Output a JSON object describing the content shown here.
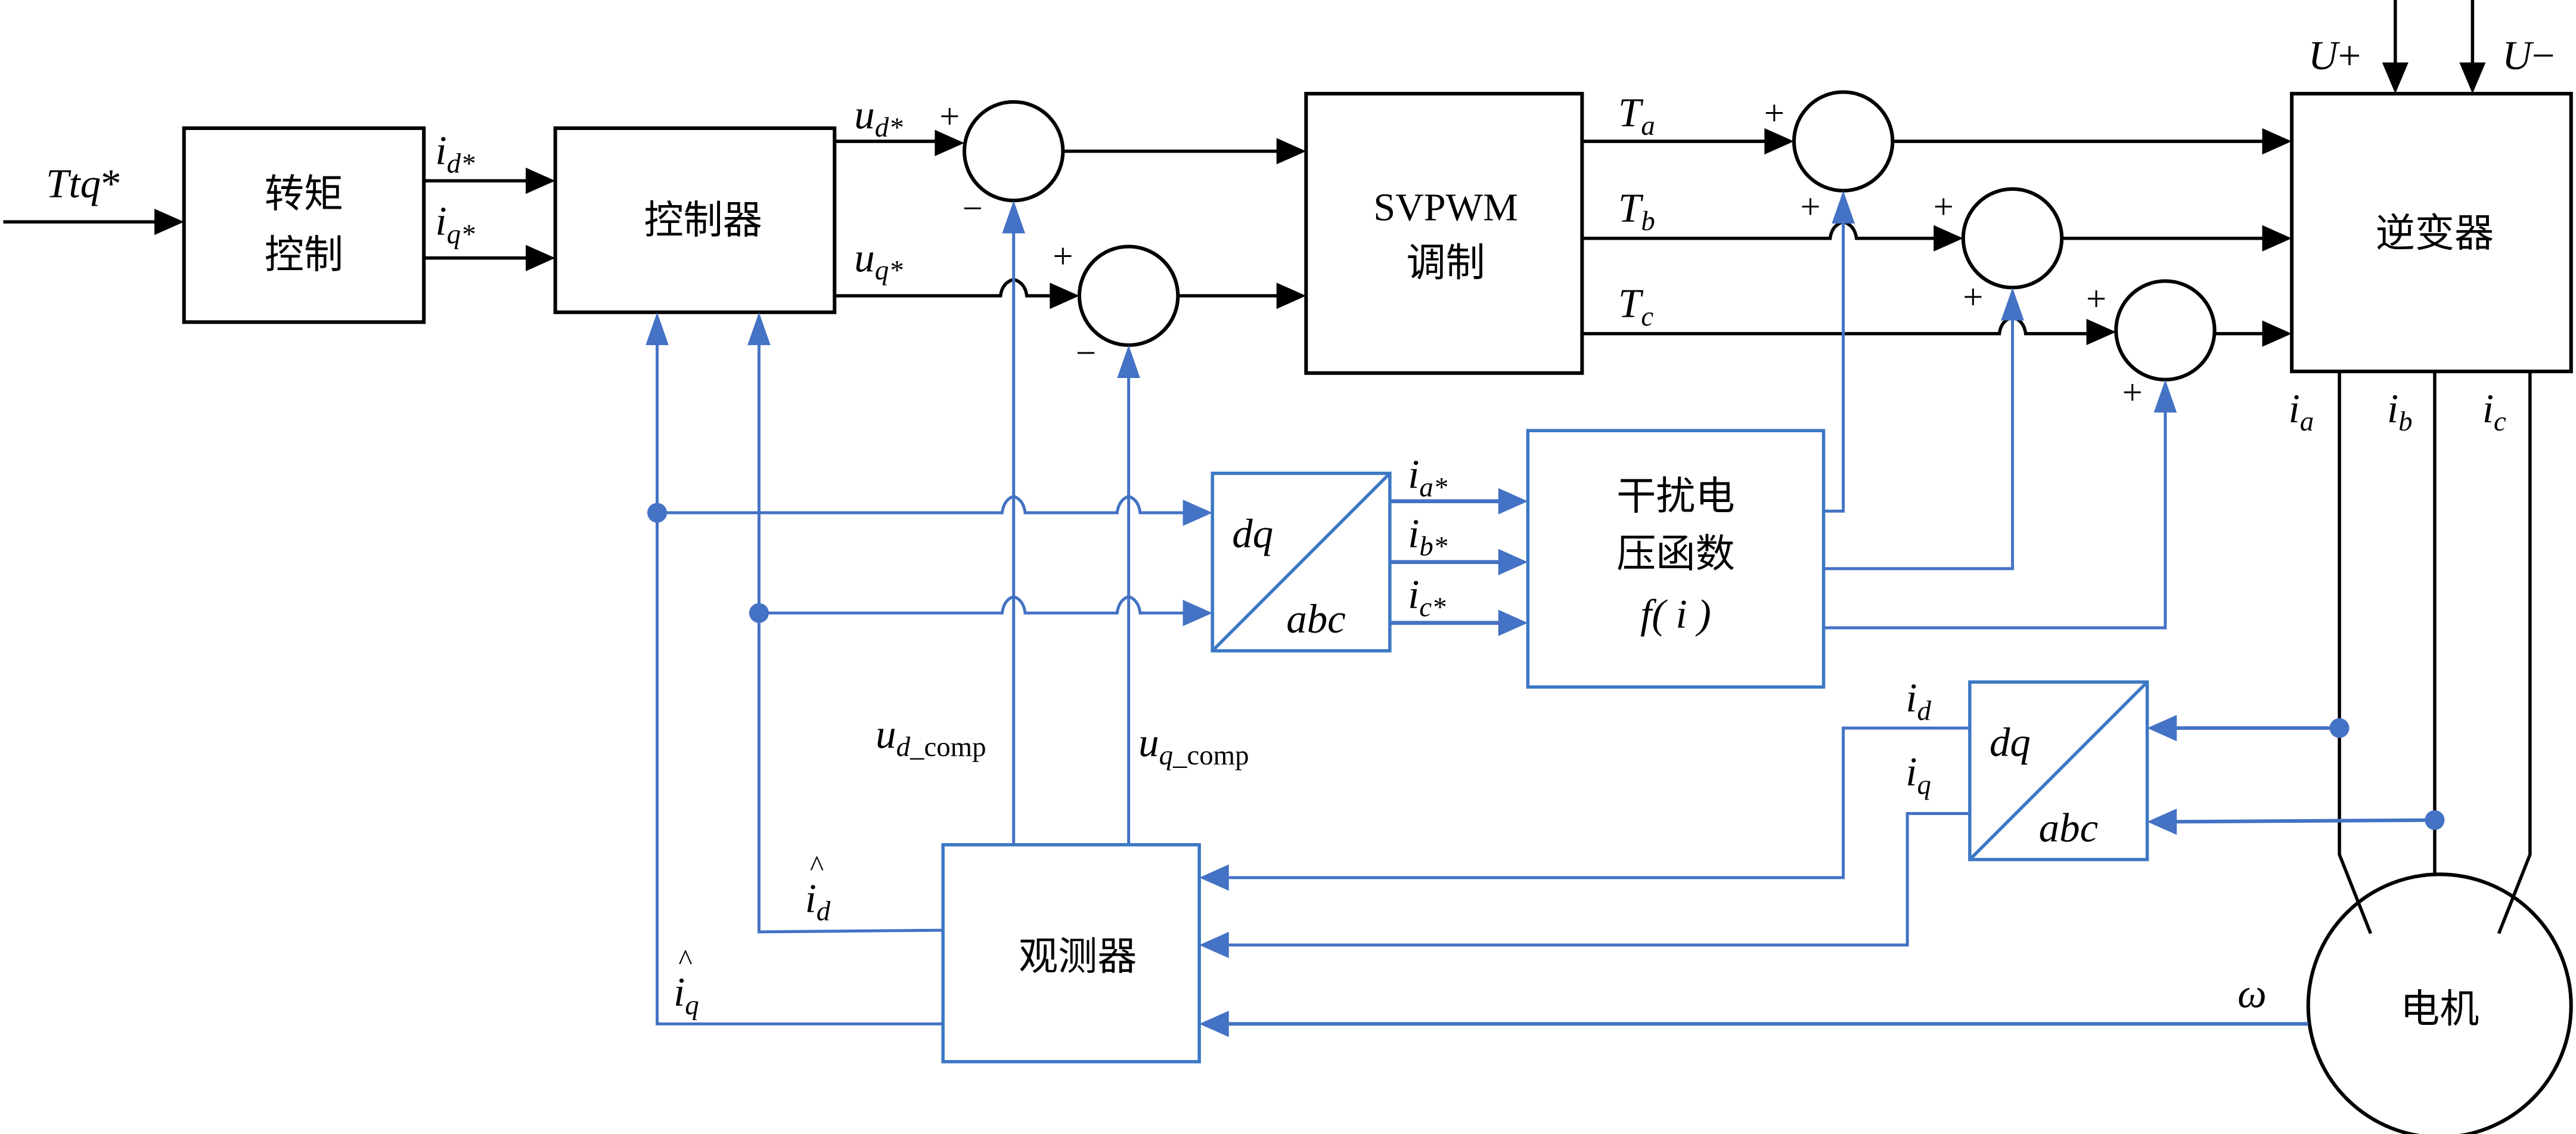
{
  "diagram": {
    "type": "control-block-diagram",
    "colors": {
      "main_path": "#000000",
      "feedback_path": "#4472c4"
    },
    "input": {
      "name": "Ttq",
      "mark": "*"
    },
    "blocks": {
      "torque_control": {
        "line1": "转矩",
        "line2": "控制"
      },
      "controller": {
        "label": "控制器"
      },
      "svpwm": {
        "line1": "SVPWM",
        "line2": "调制"
      },
      "inverter": {
        "label": "逆变器"
      },
      "dq_abc_1": {
        "top": "dq",
        "bottom": "abc"
      },
      "disturbance": {
        "line1": "干扰电",
        "line2": "压函数",
        "func": "f",
        "arg": "( i )"
      },
      "dq_abc_2": {
        "top": "dq",
        "bottom": "abc"
      },
      "observer": {
        "label": "观测器"
      },
      "motor": {
        "label": "电机"
      }
    },
    "signals": {
      "id_ref": {
        "base": "i",
        "sub": "d*"
      },
      "iq_ref": {
        "base": "i",
        "sub": "q*"
      },
      "ud_ref": {
        "base": "u",
        "sub": "d*"
      },
      "uq_ref": {
        "base": "u",
        "sub": "q*"
      },
      "ta": {
        "base": "T",
        "sub": "a"
      },
      "tb": {
        "base": "T",
        "sub": "b"
      },
      "tc": {
        "base": "T",
        "sub": "c"
      },
      "u_plus": {
        "base": "U",
        "mark": "+"
      },
      "u_minus": {
        "base": "U",
        "mark": "−"
      },
      "ia": {
        "base": "i",
        "sub": "a"
      },
      "ib": {
        "base": "i",
        "sub": "b"
      },
      "ic": {
        "base": "i",
        "sub": "c"
      },
      "ia_ref": {
        "base": "i",
        "sub": "a*"
      },
      "ib_ref": {
        "base": "i",
        "sub": "b*"
      },
      "ic_ref": {
        "base": "i",
        "sub": "c*"
      },
      "ud_comp": {
        "base": "u",
        "sub": "d",
        "suffix": "_comp"
      },
      "uq_comp": {
        "base": "u",
        "sub": "q",
        "suffix": "_comp"
      },
      "id_meas": {
        "base": "i",
        "sub": "d"
      },
      "iq_meas": {
        "base": "i",
        "sub": "q"
      },
      "id_hat": {
        "hat": "^",
        "base": "i",
        "sub": "d"
      },
      "iq_hat": {
        "hat": "^",
        "base": "i",
        "sub": "q"
      },
      "omega": {
        "base": "ω"
      }
    },
    "summing_junctions": [
      {
        "id": "sum_d",
        "signs": [
          "+",
          "−"
        ]
      },
      {
        "id": "sum_q",
        "signs": [
          "+",
          "−"
        ]
      },
      {
        "id": "sum_a",
        "signs": [
          "+",
          "+"
        ]
      },
      {
        "id": "sum_b",
        "signs": [
          "+",
          "+"
        ]
      },
      {
        "id": "sum_c",
        "signs": [
          "+",
          "+"
        ]
      }
    ]
  }
}
